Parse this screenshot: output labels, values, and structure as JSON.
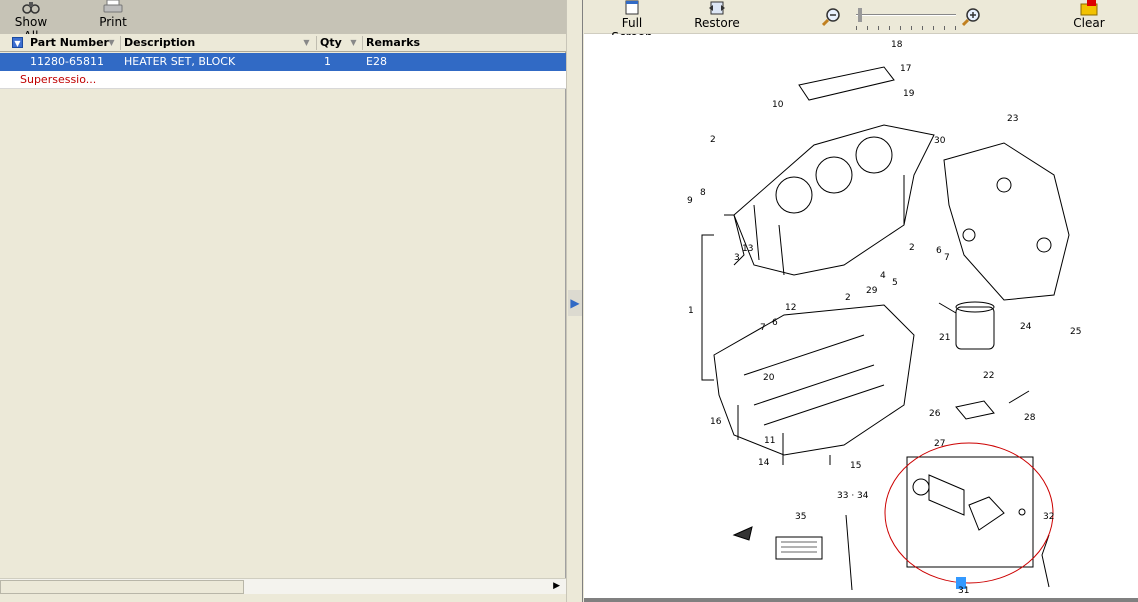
{
  "left_toolbar": {
    "show_all_label": "Show All",
    "print_label": "Print"
  },
  "grid": {
    "columns": [
      "Part Number",
      "Description",
      "Qty",
      "Remarks"
    ],
    "rows": [
      {
        "part_number": "11280-65811",
        "description": "HEATER SET, BLOCK",
        "qty": "1",
        "remarks": "E28"
      }
    ],
    "supersession_label": "Supersessio..."
  },
  "right_toolbar": {
    "full_screen_label": "Full Screen",
    "restore_label": "Restore",
    "clear_label": "Clear"
  },
  "diagram": {
    "callouts": [
      "18",
      "17",
      "10",
      "19",
      "30",
      "2",
      "23",
      "8",
      "9",
      "13",
      "3",
      "6",
      "7",
      "2",
      "4",
      "5",
      "29",
      "1",
      "12",
      "7",
      "6",
      "2",
      "21",
      "24",
      "25",
      "22",
      "20",
      "26",
      "28",
      "16",
      "11",
      "27",
      "14",
      "15",
      "33 · 34",
      "35",
      "32",
      "31"
    ]
  },
  "colors": {
    "selection": "#316ac5",
    "supersession_text": "#c00000",
    "highlight_circle": "#cc0000",
    "highlight_callout": "#3399ff"
  },
  "icons": {
    "show_all": "binoculars-icon",
    "print": "printer-icon",
    "full_screen": "full-screen-icon",
    "restore": "restore-icon",
    "zoom_out": "zoom-out-icon",
    "zoom_in": "zoom-in-icon",
    "clear": "clear-icon",
    "expand": "chevron-right-icon"
  }
}
